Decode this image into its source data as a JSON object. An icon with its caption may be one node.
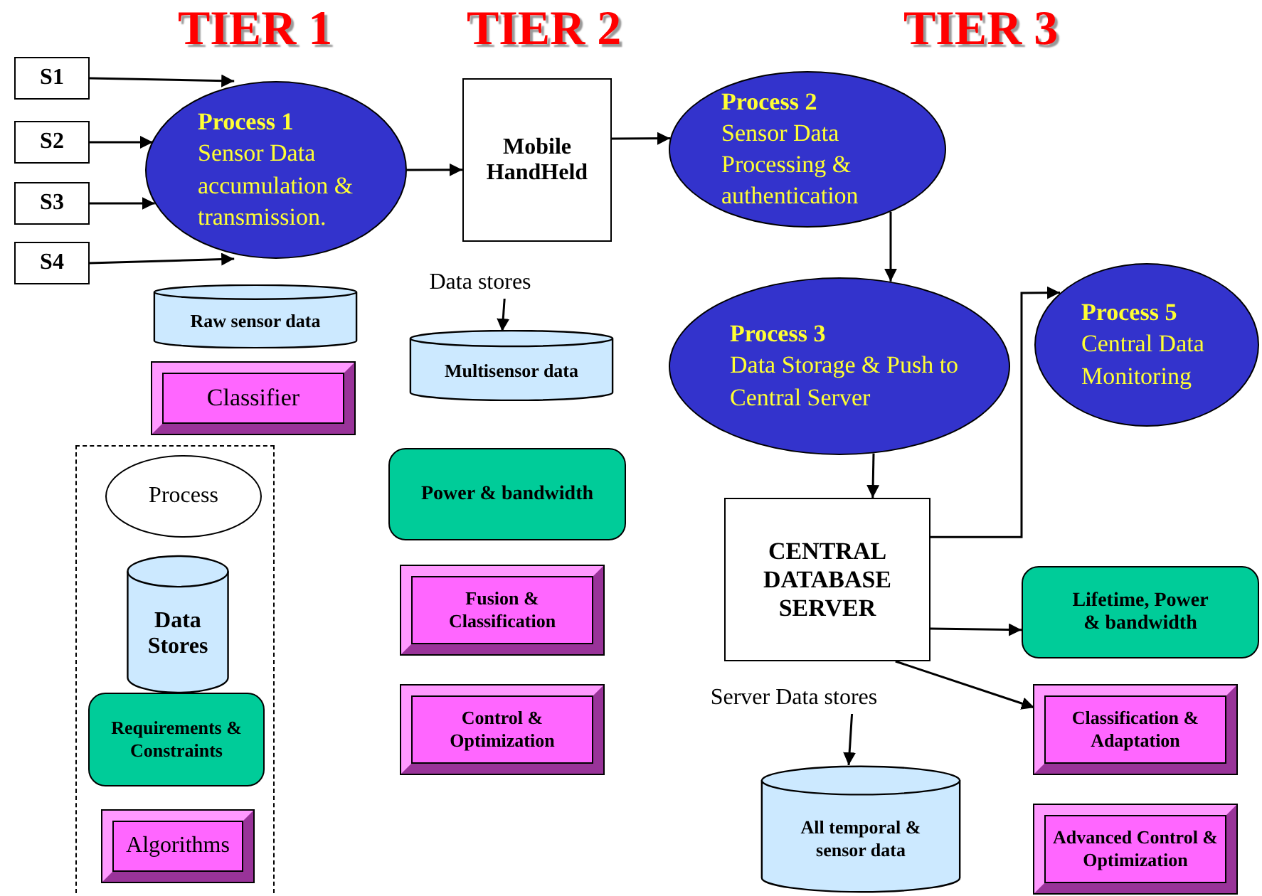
{
  "diagram": {
    "nodes": [
      {
        "text": [
          "S1"
        ]
      },
      {
        "text": [
          "S2"
        ]
      },
      {
        "text": [
          "S3"
        ]
      },
      {
        "text": [
          "S4"
        ]
      },
      {
        "text": [
          "Process 1",
          "Sensor Data accumulation & transmission."
        ]
      },
      {
        "text": [
          "Mobile HandHeld"
        ]
      },
      {
        "text": [
          "Process 2",
          "Sensor Data Processing & authentication"
        ]
      },
      {
        "text": [
          "Raw sensor data"
        ]
      },
      {
        "text": [
          "Data stores"
        ]
      },
      {
        "text": [
          "Multisensor data"
        ]
      },
      {
        "text": [
          "Classifier"
        ]
      },
      {
        "text": [
          "Process 3",
          "Data Storage & Push to Central Server"
        ]
      },
      {
        "text": [
          "Process 5",
          "Central Data Monitoring"
        ]
      },
      {
        "text": [
          "Power & bandwidth"
        ]
      },
      {
        "text": [
          "Fusion & Classification"
        ]
      },
      {
        "text": [
          "Control & Optimization"
        ]
      },
      {
        "text": [
          "CENTRAL DATABASE SERVER"
        ]
      },
      {
        "text": [
          "Lifetime, Power & bandwidth"
        ]
      },
      {
        "text": [
          "Server Data stores"
        ]
      },
      {
        "text": [
          "Classification & Adaptation"
        ]
      },
      {
        "text": [
          "All temporal & sensor data"
        ]
      },
      {
        "text": [
          "Advanced Control & Optimization"
        ]
      }
    ],
    "edges": [
      {
        "from": 0,
        "to": 4,
        "arrow": "to"
      },
      {
        "from": 1,
        "to": 4,
        "arrow": "to"
      },
      {
        "from": 2,
        "to": 4,
        "arrow": "to"
      },
      {
        "from": 3,
        "to": 4,
        "arrow": "to"
      },
      {
        "from": 4,
        "to": 5,
        "arrow": "to"
      },
      {
        "from": 5,
        "to": 6,
        "arrow": "to"
      },
      {
        "from": 6,
        "to": 11,
        "arrow": "to"
      },
      {
        "from": 8,
        "to": 9,
        "arrow": "to"
      },
      {
        "from": 11,
        "to": 16,
        "arrow": "to"
      },
      {
        "from": 16,
        "to": 12,
        "arrow": "to"
      },
      {
        "from": 16,
        "to": 17,
        "arrow": "to"
      },
      {
        "from": 16,
        "to": 19,
        "arrow": "to"
      },
      {
        "from": 18,
        "to": 20,
        "arrow": "to"
      }
    ],
    "labels": [
      "TIER 1",
      "TIER 2",
      "TIER 3"
    ],
    "legend": [
      {
        "text": "Process"
      },
      {
        "text": "Data Stores"
      },
      {
        "text": "Requirements & Constraints"
      },
      {
        "text": "Algorithms"
      }
    ]
  }
}
